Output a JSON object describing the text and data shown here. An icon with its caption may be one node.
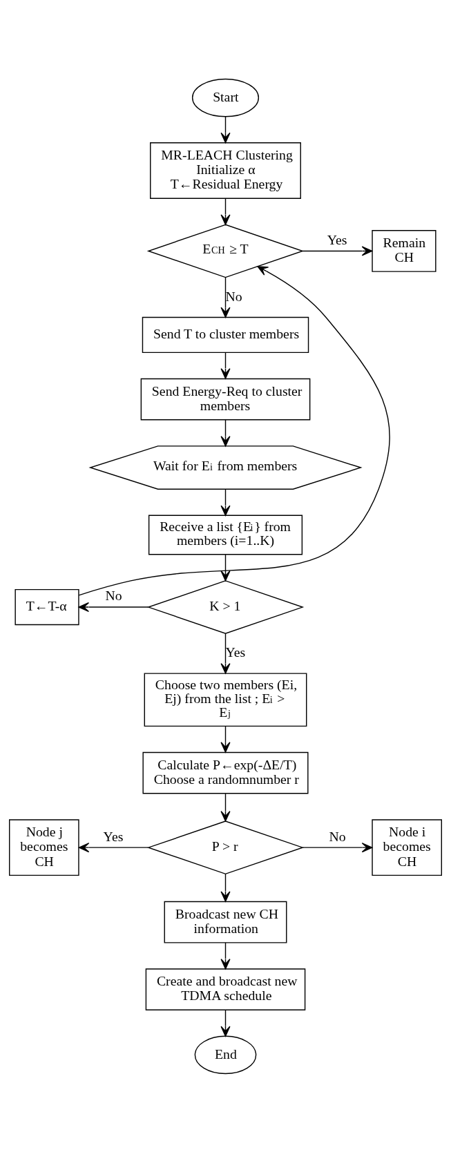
{
  "diagram": {
    "nodes": [
      {
        "text": [
          "Start"
        ]
      },
      {
        "text": [
          "MR-LEACH Clustering Initialize α T←Residual Energy"
        ]
      },
      {
        "text": [
          "E$_{CH}$ ≥ T"
        ]
      },
      {
        "text": [
          "Remain CH"
        ]
      },
      {
        "text": [
          "Send T to cluster members"
        ]
      },
      {
        "text": [
          "Send Energy-Req to cluster members"
        ]
      },
      {
        "text": [
          "Wait for E$_{i}$ from members"
        ]
      },
      {
        "text": [
          "Receive a list {E$_{i}$} from members (i=1..K)"
        ]
      },
      {
        "text": [
          "K > 1"
        ]
      },
      {
        "text": [
          "T←T-α"
        ]
      },
      {
        "text": [
          "Choose two members (Ei, Ej) from the list ; E$_{i}$ > E$_{j}$"
        ]
      },
      {
        "text": [
          "Calculate P←exp(-ΔE/T) Choose a randomnumber r"
        ]
      },
      {
        "text": [
          "P > r"
        ]
      },
      {
        "text": [
          "Node j becomes CH"
        ]
      },
      {
        "text": [
          "Node i becomes CH"
        ]
      },
      {
        "text": [
          "Broadcast new CH information"
        ]
      },
      {
        "text": [
          "Create and broadcast new TDMA schedule"
        ]
      },
      {
        "text": [
          "End"
        ]
      }
    ],
    "edges": [
      {
        "from": 0,
        "to": 1,
        "arrow": "to"
      },
      {
        "from": 1,
        "to": 2,
        "arrow": "to"
      },
      {
        "from": 2,
        "to": 3,
        "arrow": "to",
        "label": "Yes"
      },
      {
        "from": 2,
        "to": 4,
        "arrow": "to",
        "label": "No"
      },
      {
        "from": 4,
        "to": 5,
        "arrow": "to"
      },
      {
        "from": 5,
        "to": 6,
        "arrow": "to"
      },
      {
        "from": 6,
        "to": 7,
        "arrow": "to"
      },
      {
        "from": 7,
        "to": 8,
        "arrow": "to"
      },
      {
        "from": 8,
        "to": 9,
        "arrow": "to",
        "label": "No"
      },
      {
        "from": 9,
        "to": 2,
        "arrow": "to"
      },
      {
        "from": 8,
        "to": 10,
        "arrow": "to",
        "label": "Yes"
      },
      {
        "from": 10,
        "to": 11,
        "arrow": "to"
      },
      {
        "from": 11,
        "to": 12,
        "arrow": "to"
      },
      {
        "from": 12,
        "to": 13,
        "arrow": "to",
        "label": "Yes"
      },
      {
        "from": 12,
        "to": 14,
        "arrow": "to",
        "label": "No"
      },
      {
        "from": 12,
        "to": 15,
        "arrow": "to"
      },
      {
        "from": 15,
        "to": 16,
        "arrow": "to"
      },
      {
        "from": 16,
        "to": 17,
        "arrow": "to"
      }
    ]
  }
}
